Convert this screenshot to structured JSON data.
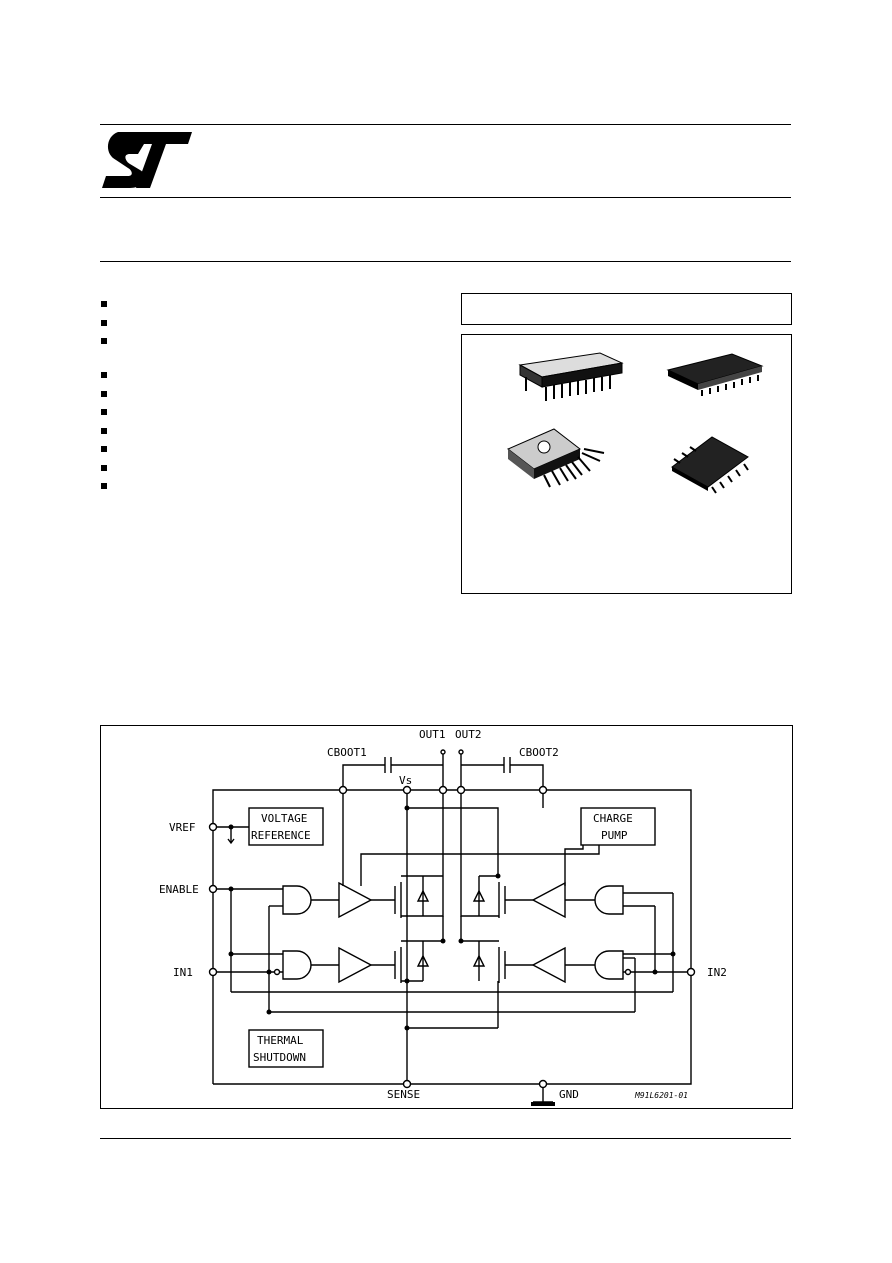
{
  "logo": {
    "text": "ST"
  },
  "diagram": {
    "pins": {
      "out1": "OUT1",
      "out2": "OUT2",
      "cboot1": "CBOOT1",
      "cboot2": "CBOOT2",
      "vs": "Vs",
      "vref": "VREF",
      "enable": "ENABLE",
      "in1": "IN1",
      "in2": "IN2",
      "sense": "SENSE",
      "gnd": "GND"
    },
    "blocks": {
      "voltage_reference": [
        "VOLTAGE",
        "REFERENCE"
      ],
      "charge_pump": [
        "CHARGE",
        "PUMP"
      ],
      "thermal_shutdown": [
        "THERMAL",
        "SHUTDOWN"
      ]
    },
    "figure_code": "M91L6201-01"
  }
}
